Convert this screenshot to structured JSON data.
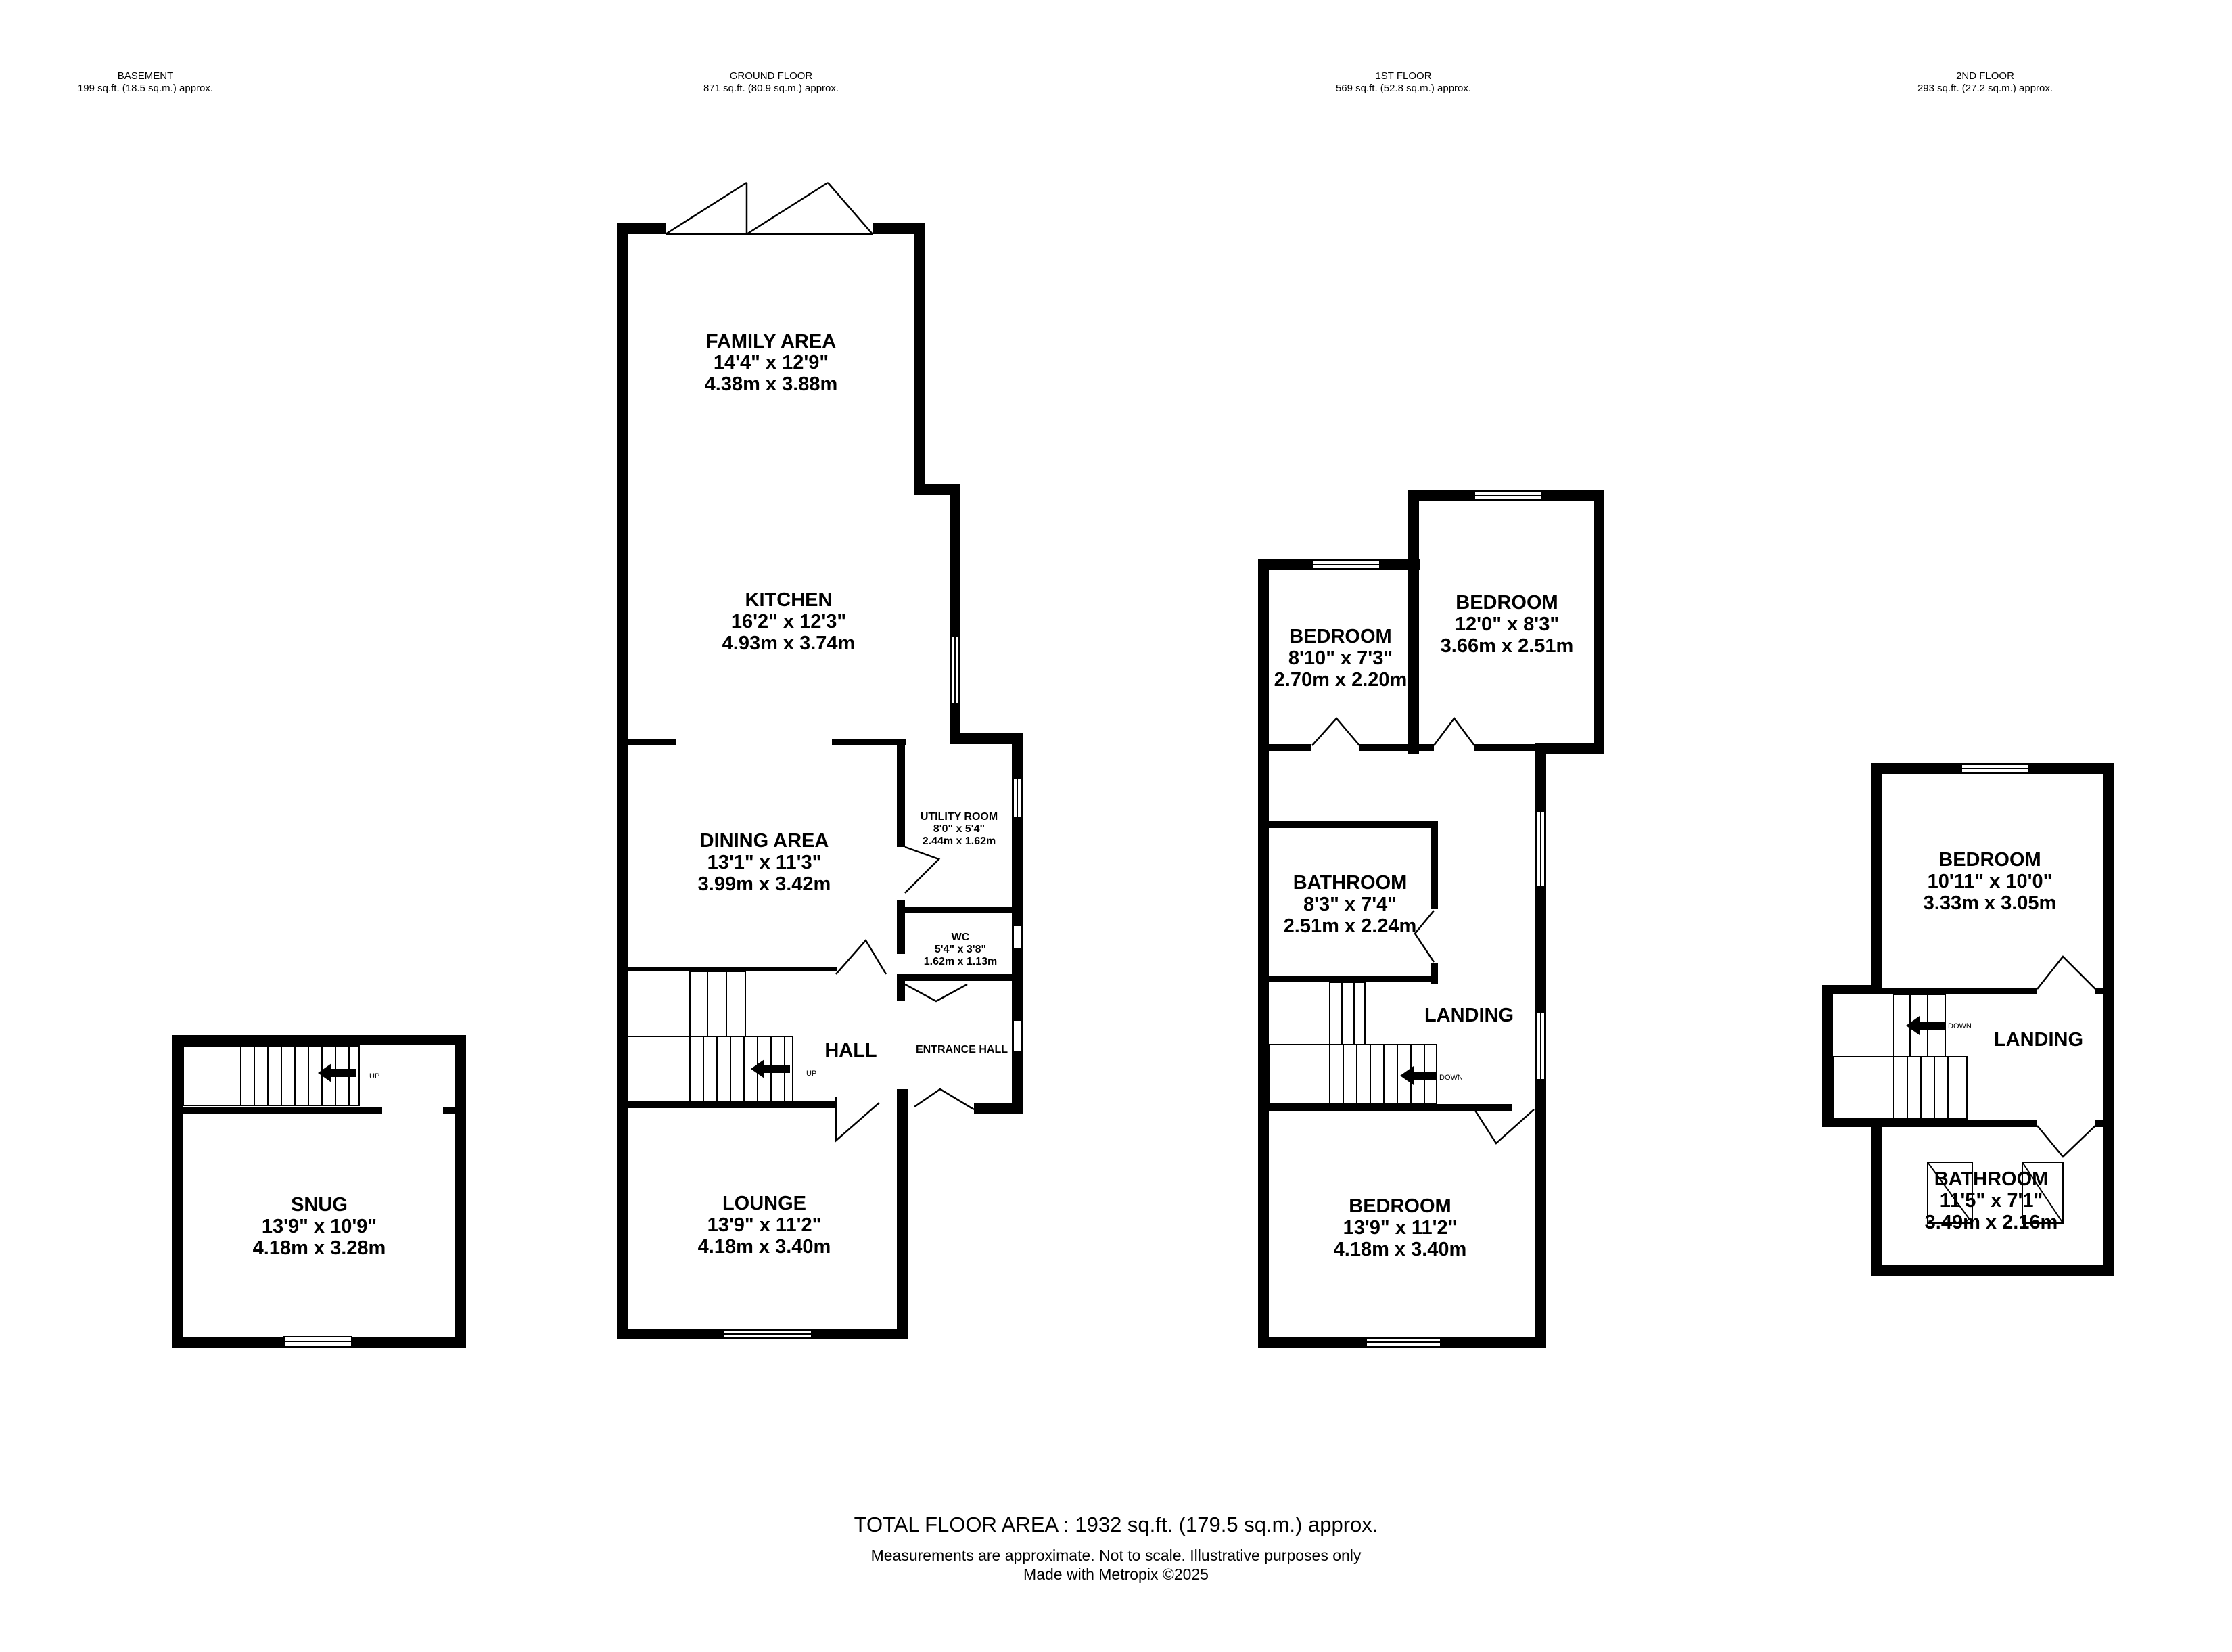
{
  "floors": {
    "basement": {
      "name": "BASEMENT",
      "area": "199 sq.ft. (18.5 sq.m.) approx."
    },
    "ground": {
      "name": "GROUND FLOOR",
      "area": "871 sq.ft. (80.9 sq.m.) approx."
    },
    "first": {
      "name": "1ST FLOOR",
      "area": "569 sq.ft. (52.8 sq.m.) approx."
    },
    "second": {
      "name": "2ND FLOOR",
      "area": "293 sq.ft. (27.2 sq.m.) approx."
    }
  },
  "rooms": {
    "snug": {
      "name": "SNUG",
      "imperial": "13'9\"  x 10'9\"",
      "metric": "4.18m  x 3.28m"
    },
    "family": {
      "name": "FAMILY AREA",
      "imperial": "14'4\"  x 12'9\"",
      "metric": "4.38m  x 3.88m"
    },
    "kitchen": {
      "name": "KITCHEN",
      "imperial": "16'2\"  x 12'3\"",
      "metric": "4.93m  x 3.74m"
    },
    "dining": {
      "name": "DINING AREA",
      "imperial": "13'1\"  x 11'3\"",
      "metric": "3.99m  x 3.42m"
    },
    "utility": {
      "name": "UTILITY ROOM",
      "imperial": "8'0\"  x 5'4\"",
      "metric": "2.44m  x 1.62m"
    },
    "wc": {
      "name": "WC",
      "imperial": "5'4\"  x 3'8\"",
      "metric": "1.62m  x 1.13m"
    },
    "hall": {
      "name": "HALL"
    },
    "entrance": {
      "name": "ENTRANCE HALL"
    },
    "lounge": {
      "name": "LOUNGE",
      "imperial": "13'9\"  x 11'2\"",
      "metric": "4.18m  x 3.40m"
    },
    "bed1a": {
      "name": "BEDROOM",
      "imperial": "8'10\"  x 7'3\"",
      "metric": "2.70m  x 2.20m"
    },
    "bed1b": {
      "name": "BEDROOM",
      "imperial": "12'0\"  x 8'3\"",
      "metric": "3.66m  x 2.51m"
    },
    "bath1": {
      "name": "BATHROOM",
      "imperial": "8'3\"  x 7'4\"",
      "metric": "2.51m  x 2.24m"
    },
    "landing1": {
      "name": "LANDING"
    },
    "bed1c": {
      "name": "BEDROOM",
      "imperial": "13'9\"  x 11'2\"",
      "metric": "4.18m  x 3.40m"
    },
    "bed2": {
      "name": "BEDROOM",
      "imperial": "10'11\"  x 10'0\"",
      "metric": "3.33m  x 3.05m"
    },
    "landing2": {
      "name": "LANDING"
    },
    "bath2": {
      "name": "BATHROOM",
      "imperial": "11'5\"  x 7'1\"",
      "metric": "3.49m  x 2.16m"
    }
  },
  "stairs": {
    "up": "UP",
    "down": "DOWN"
  },
  "footer": {
    "total": "TOTAL FLOOR AREA : 1932 sq.ft. (179.5 sq.m.) approx.",
    "disclaimer": "Measurements are approximate.  Not to scale.  Illustrative purposes only",
    "credit": "Made with Metropix ©2025"
  }
}
